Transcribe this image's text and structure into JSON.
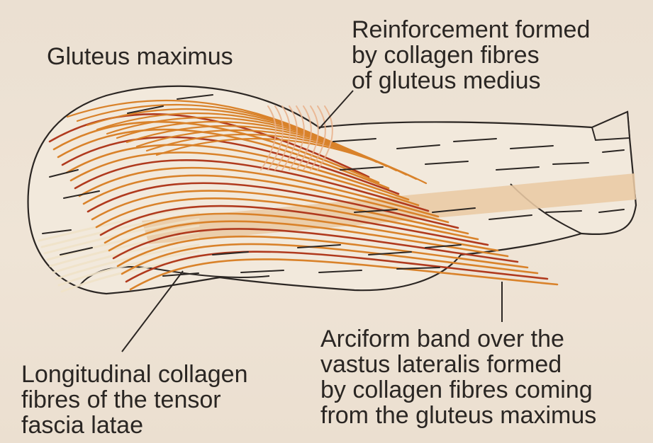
{
  "labels": {
    "gluteus_maximus": "Gluteus maximus",
    "reinforcement": [
      "Reinforcement formed",
      "by collagen fibres",
      "of gluteus medius"
    ],
    "longitudinal": [
      "Longitudinal collagen",
      "fibres of the tensor",
      "fascia latae"
    ],
    "arciform": [
      "Arciform band over the",
      "vastus lateralis formed",
      "by collagen fibres coming",
      "from the gluteus maximus"
    ]
  },
  "colors": {
    "background": "#ece1d3",
    "outline": "#2b2623",
    "fibre_orange": "#d9822a",
    "fibre_red": "#b03a1e",
    "band_tan": "#e9c9a4",
    "longitudinal_pale": "#efe2c8"
  }
}
